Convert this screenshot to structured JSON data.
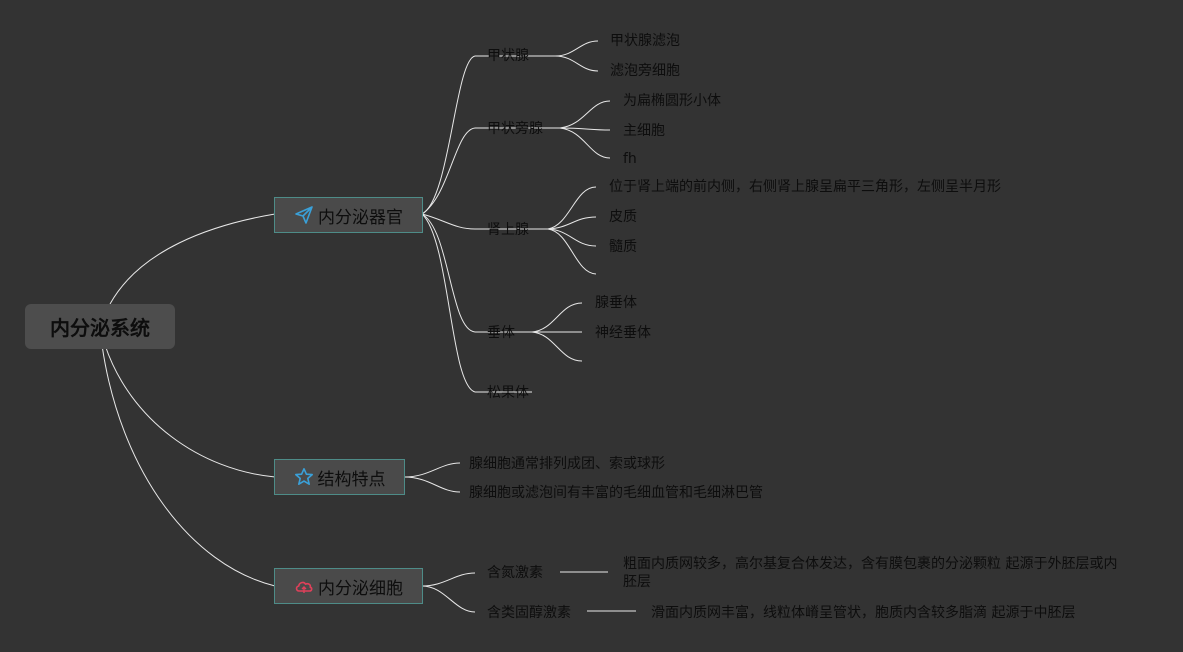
{
  "root": "内分泌系统",
  "branches": {
    "organs": {
      "label": "内分泌器官",
      "icon": "paper-plane-icon",
      "thyroid": {
        "label": "甲状腺",
        "children": [
          "甲状腺滤泡",
          "滤泡旁细胞"
        ]
      },
      "parathyroid": {
        "label": "甲状旁腺",
        "children": [
          "为扁椭圆形小体",
          "主细胞",
          "fh"
        ]
      },
      "adrenal": {
        "label": "肾上腺",
        "children": [
          "位于肾上端的前内侧，右侧肾上腺呈扁平三角形，左侧呈半月形",
          "皮质",
          "髓质"
        ]
      },
      "pituitary": {
        "label": "垂体",
        "children": [
          "腺垂体",
          "神经垂体"
        ]
      },
      "pineal": {
        "label": "松果体"
      }
    },
    "structure": {
      "label": "结构特点",
      "icon": "star-icon",
      "children": [
        "腺细胞通常排列成团、索或球形",
        "腺细胞或滤泡间有丰富的毛细血管和毛细淋巴管"
      ]
    },
    "cells": {
      "label": "内分泌细胞",
      "icon": "cloud-icon",
      "nitrogen": {
        "label": "含氮激素",
        "detail": "粗面内质网较多，高尔基复合体发达，含有膜包裹的分泌颗粒 起源于外胚层或内胚层"
      },
      "steroid": {
        "label": "含类固醇激素",
        "detail": "滑面内质网丰富，线粒体嵴呈管状，胞质内含较多脂滴 起源于中胚层"
      }
    }
  },
  "colors": {
    "background": "#333333",
    "line": "#e8e8e8",
    "branch_border": "#4e8c88",
    "node": "#4a4a4a"
  }
}
